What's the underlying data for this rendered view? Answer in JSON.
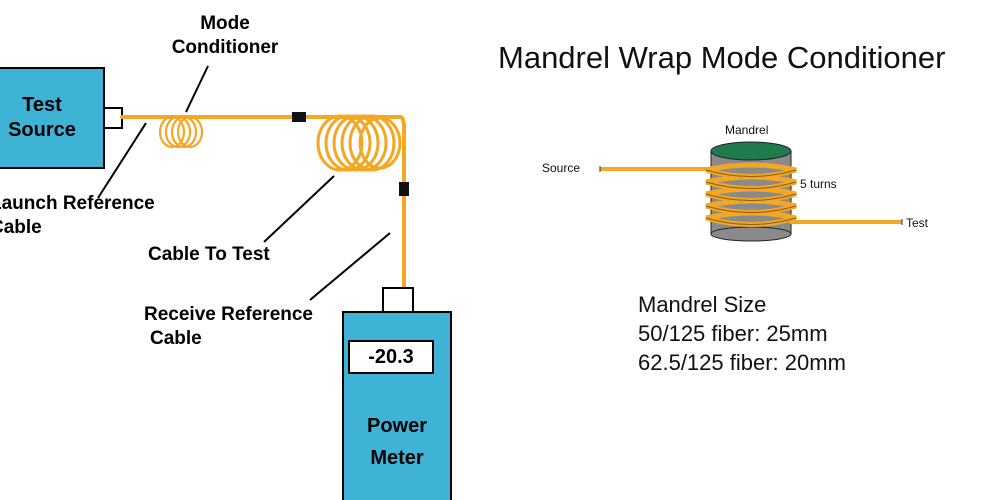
{
  "left": {
    "test_source": [
      "Test",
      "Source"
    ],
    "mode_conditioner": [
      "Mode",
      "Conditioner"
    ],
    "launch_reference": [
      "Launch Reference",
      "Cable"
    ],
    "cable_to_test": "Cable To Test",
    "receive_reference": [
      "Receive Reference",
      "Cable"
    ],
    "power_meter": [
      "Power",
      "Meter"
    ],
    "meter_reading": "-20.3"
  },
  "right": {
    "title": "Mandrel Wrap Mode Conditioner",
    "mandrel_label": "Mandrel",
    "source_label": "Source",
    "turns_label": "5 turns",
    "test_label": "Test",
    "size_lines": [
      "Mandrel Size",
      "50/125 fiber: 25mm",
      "62.5/125 fiber: 20mm"
    ]
  },
  "colors": {
    "box_fill": "#3fb3d6",
    "fiber": "#f5a623",
    "mandrel_top": "#1f7a4e",
    "mandrel_body": "#8a8a8a"
  }
}
